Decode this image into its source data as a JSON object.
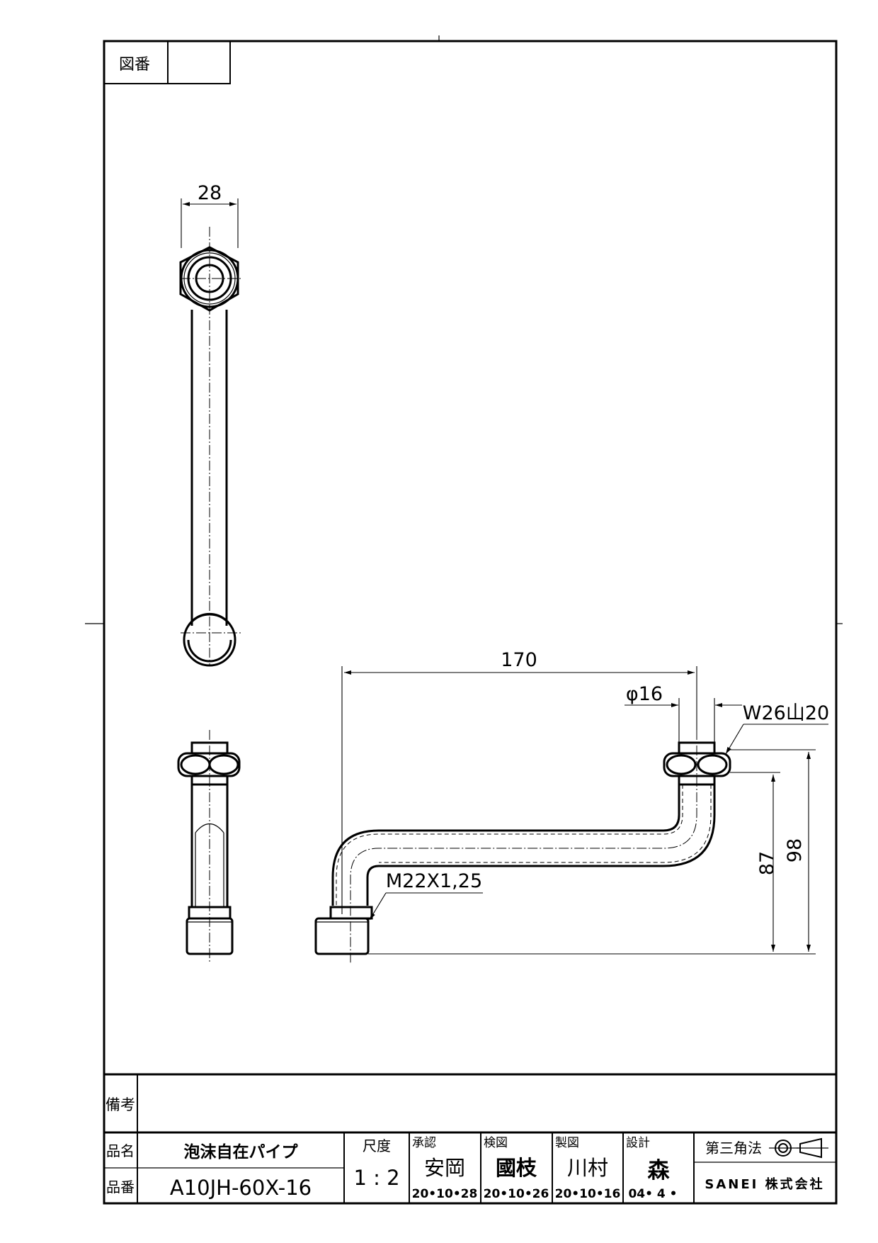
{
  "drawing_number_box": {
    "label": "図番",
    "value": ""
  },
  "dimensions": {
    "top_width": "28",
    "overall_length": "170",
    "pipe_diameter": "φ16",
    "thread_w": "W26山20",
    "thread_m": "M22X1,25",
    "height_87": "87",
    "height_98": "98"
  },
  "title_block": {
    "remarks_label": "備考",
    "remarks_value": "",
    "product_name_label": "品名",
    "product_name": "泡沫自在パイプ",
    "part_number_label": "品番",
    "part_number": "A10JH-60X-16",
    "scale_label": "尺度",
    "scale": "1 : 2",
    "approval": {
      "label": "承認",
      "name": "安岡",
      "date": "20•10•28"
    },
    "check": {
      "label": "検図",
      "name": "國枝",
      "date": "20•10•26"
    },
    "drafting": {
      "label": "製図",
      "name": "川村",
      "date": "20•10•16"
    },
    "design": {
      "label": "設計",
      "name": "森",
      "date": "04• 4 •"
    },
    "projection": "第三角法",
    "company": "SANEI 株式会社"
  }
}
